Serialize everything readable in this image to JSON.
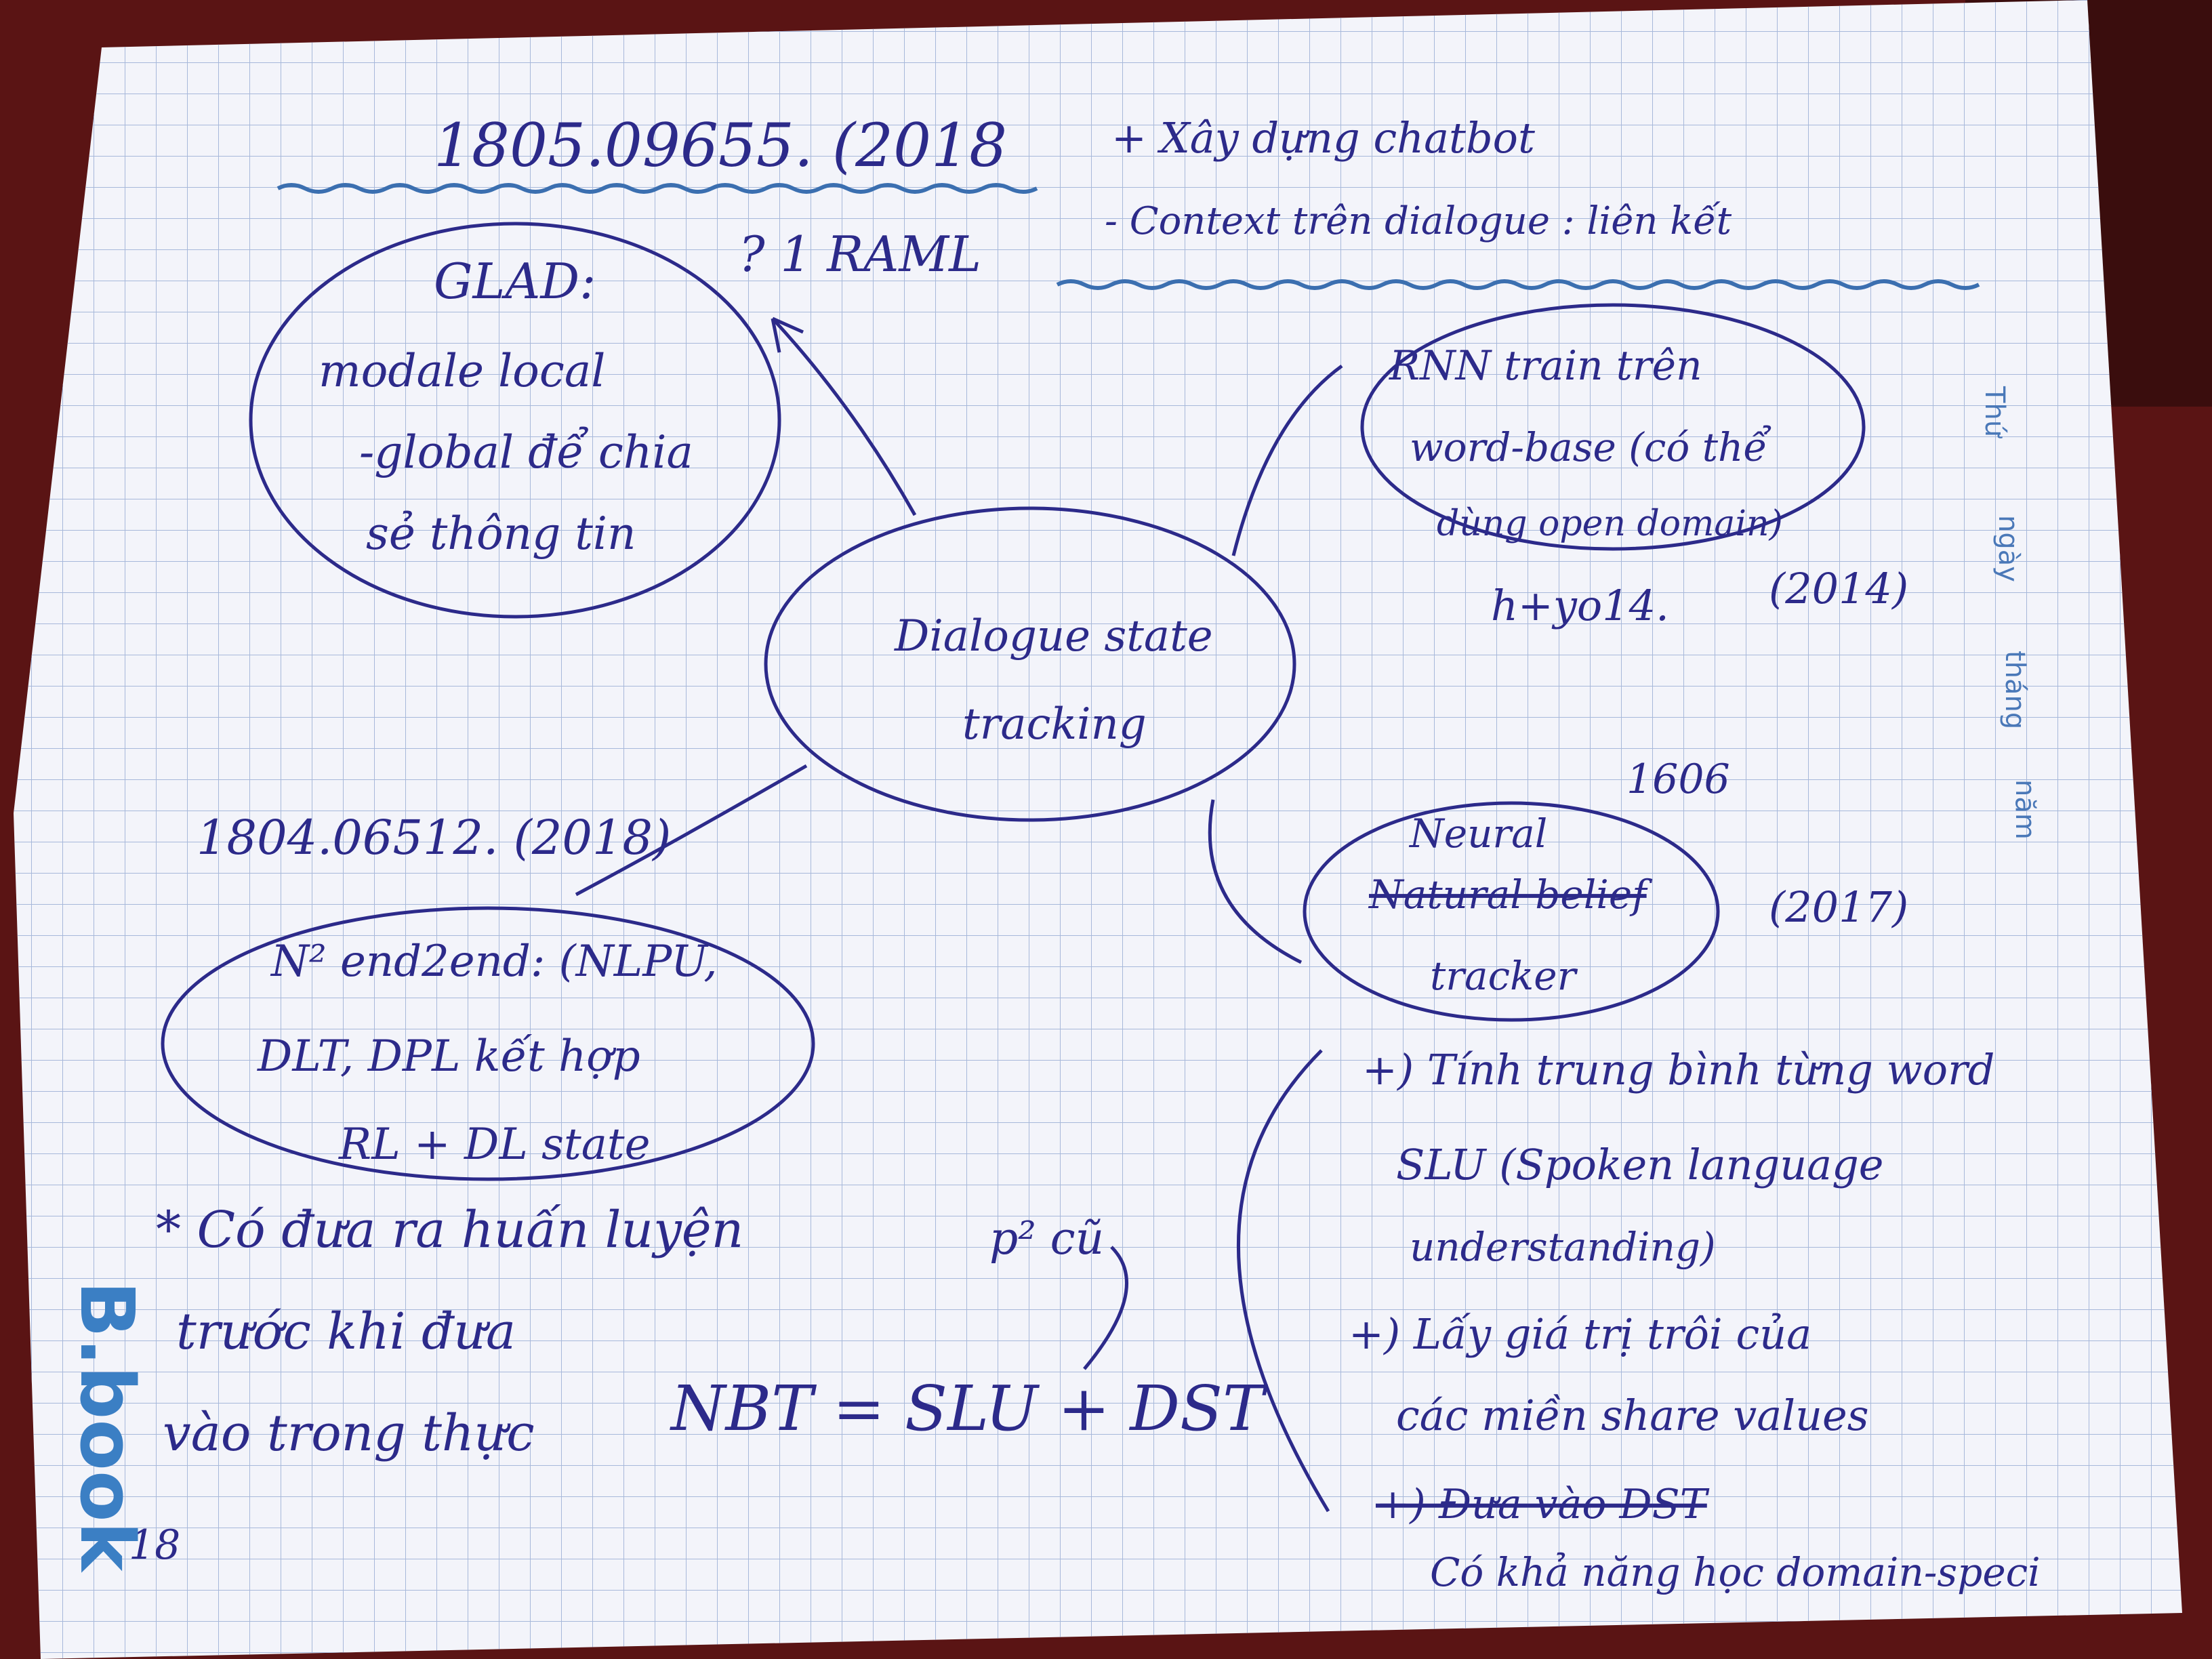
{
  "page": {
    "header_left": "1805.09655. (2018",
    "header_right": [
      "+ Xây dựng chatbot",
      "- Context trên dialogue : liên kết"
    ],
    "arrow_note": "? 1 RAML"
  },
  "bubbles": {
    "center": [
      "Dialogue state",
      "tracking"
    ],
    "glad": [
      "GLAD:",
      "modale local",
      "-global để chia",
      "sẻ thông tin"
    ],
    "rnn": [
      "RNN train trên",
      "word-base (có thể",
      "dùng open domain)"
    ],
    "n2e": [
      "N² end2end: (NLPU,",
      "DLT, DPL kết hợp",
      "RL + DL state"
    ],
    "nbt": [
      "Neural",
      "Natural belief",
      "tracker"
    ]
  },
  "labels": {
    "ref_2014": "h+yo14.",
    "year_2014": "(2014)",
    "ref_1606": "1606",
    "year_2017": "(2017)",
    "ref_2018": "1804.06512. (2018)"
  },
  "notes_left": [
    "* Có đưa ra huấn luyện",
    "trước khi đưa",
    "vào trong thực"
  ],
  "page_number": "18",
  "notes_mid": {
    "p2": "p² cũ",
    "formula": "NBT = SLU + DST"
  },
  "notes_right": [
    "+) Tính trung bình từng word",
    "SLU (Spoken language",
    "understanding)",
    "+) Lấy giá trị trôi của",
    "các miền share values",
    "+) Đưa vào DST",
    "Có khả năng học domain-speci"
  ],
  "margin": [
    "Thứ",
    "ngày",
    "tháng",
    "năm"
  ],
  "brand": "B.book",
  "colors": {
    "ink": "#2c2a8a",
    "paper": "#f4f5fb",
    "grid": "#9fb1d4",
    "table": "#5a1414",
    "scallop": "#3b6fb0"
  }
}
